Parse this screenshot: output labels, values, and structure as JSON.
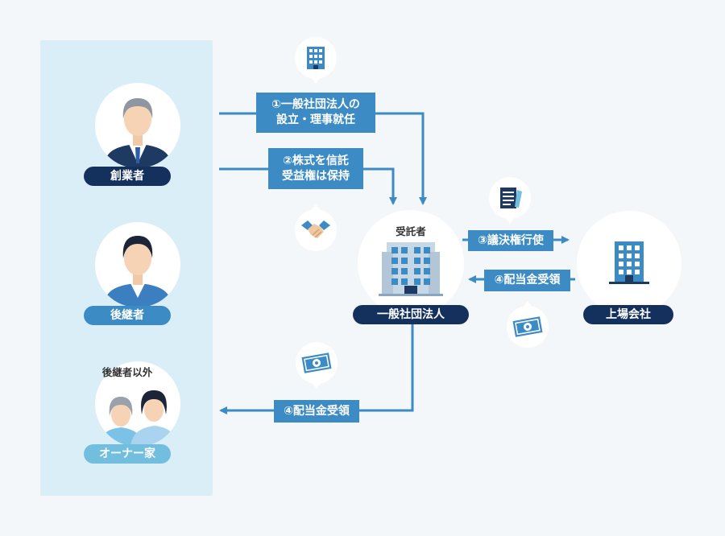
{
  "people": {
    "founder": {
      "label": "創業者"
    },
    "successor": {
      "label": "後継者"
    },
    "others": {
      "caption": "後継者以外",
      "label": "オーナー家"
    }
  },
  "trust": {
    "caption": "受託者",
    "label": "一般社団法人"
  },
  "company": {
    "label": "上場会社"
  },
  "flows": {
    "step1": {
      "line1": "①一般社団法人の",
      "line2": "設立・理事就任"
    },
    "step2": {
      "line1": "②株式を信託",
      "line2": "受益権は保持"
    },
    "step3": {
      "label": "③議決権行使"
    },
    "step4_company": {
      "label": "④配当金受領"
    },
    "step4_family": {
      "label": "④配当金受領"
    }
  },
  "icons": [
    "building-icon",
    "handshake-icon",
    "document-icon",
    "money-icon",
    "money-icon",
    "money-icon"
  ],
  "colors": {
    "navy": "#14315e",
    "blue": "#3c8bc4",
    "light_blue": "#72bedf",
    "panel": "#daeef7",
    "background": "#f4f7f9"
  }
}
